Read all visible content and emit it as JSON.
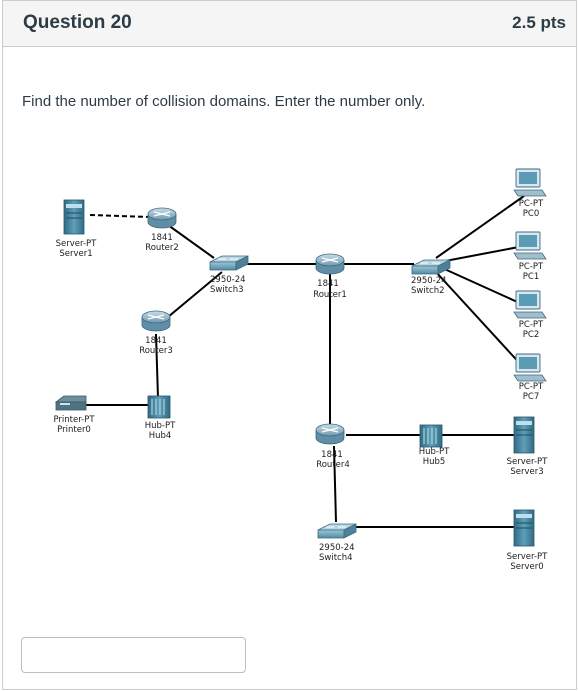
{
  "question": {
    "title": "Question 20",
    "points": "2.5 pts",
    "text": "Find the number of collision domains.  Enter the number only."
  },
  "answer": {
    "value": ""
  },
  "devices": {
    "server1": {
      "model": "Server-PT",
      "name": "Server1"
    },
    "router2": {
      "model": "1841",
      "name": "Router2"
    },
    "switch3": {
      "model": "2950-24",
      "name": "Switch3"
    },
    "router1": {
      "model": "1841",
      "name": "Router1"
    },
    "switch2": {
      "model": "2950-24",
      "name": "Switch2"
    },
    "router3": {
      "model": "1841",
      "name": "Router3"
    },
    "printer0": {
      "model": "Printer-PT",
      "name": "Printer0"
    },
    "hub4": {
      "model": "Hub-PT",
      "name": "Hub4"
    },
    "router4": {
      "model": "1841",
      "name": "Router4"
    },
    "hub5": {
      "model": "Hub-PT",
      "name": "Hub5"
    },
    "switch4": {
      "model": "2950-24",
      "name": "Switch4"
    },
    "pc0": {
      "model": "PC-PT",
      "name": "PC0"
    },
    "pc1": {
      "model": "PC-PT",
      "name": "PC1"
    },
    "pc2": {
      "model": "PC-PT",
      "name": "PC2"
    },
    "pc7": {
      "model": "PC-PT",
      "name": "PC7"
    },
    "server3": {
      "model": "Server-PT",
      "name": "Server3"
    },
    "server0": {
      "model": "Server-PT",
      "name": "Server0"
    }
  },
  "colors": {
    "router": "#8fb3c7",
    "switch": "#6fa3b8",
    "device": "#3f7f9a",
    "cable": "#000000"
  }
}
